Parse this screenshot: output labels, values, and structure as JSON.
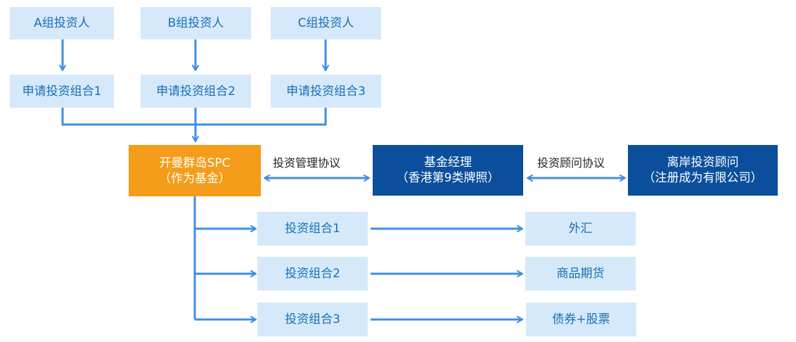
{
  "investors": [
    "A组投资人",
    "B组投资人",
    "C组投资人"
  ],
  "applications": [
    "申请投资组合1",
    "申请投资组合2",
    "申请投资组合3"
  ],
  "spc": {
    "line1": "开曼群岛SPC",
    "line2": "（作为基金）"
  },
  "manager": {
    "line1": "基金经理",
    "line2": "（香港第9类牌照）"
  },
  "advisor": {
    "line1": "离岸投资顾问",
    "line2": "（注册成为有限公司）"
  },
  "agreements": {
    "management": "投资管理协议",
    "advisory": "投资顾问协议"
  },
  "portfolios": [
    "投资组合1",
    "投资组合2",
    "投资组合3"
  ],
  "assets": [
    "外汇",
    "商品期货",
    "债券+股票"
  ],
  "colors": {
    "light_box": "#d6e9fb",
    "light_text": "#1a6fb3",
    "spc": "#f59c1a",
    "navy": "#0b4f9c",
    "arrow": "#3d8fe6"
  }
}
